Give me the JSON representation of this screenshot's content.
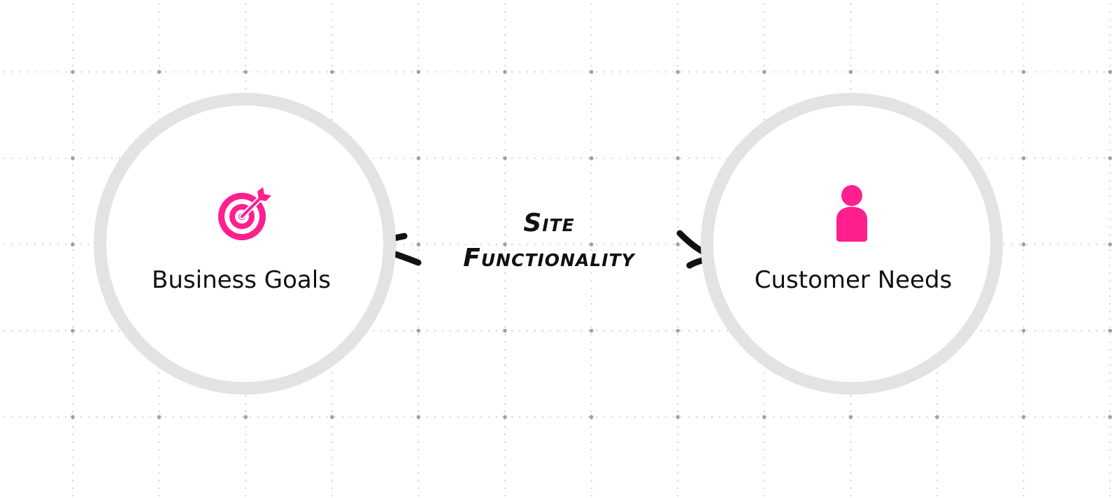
{
  "diagram": {
    "left_node": {
      "label": "Business Goals",
      "icon": "target-icon"
    },
    "right_node": {
      "label": "Customer Needs",
      "icon": "person-icon"
    },
    "relation": {
      "line1": "Site",
      "line2": "Functionality"
    }
  },
  "colors": {
    "accent": "#ff1f8e",
    "circle": "#e3e3e5",
    "text": "#111111",
    "grid_dot": "#c8c8c8",
    "grid_node": "#a0a0a0"
  }
}
